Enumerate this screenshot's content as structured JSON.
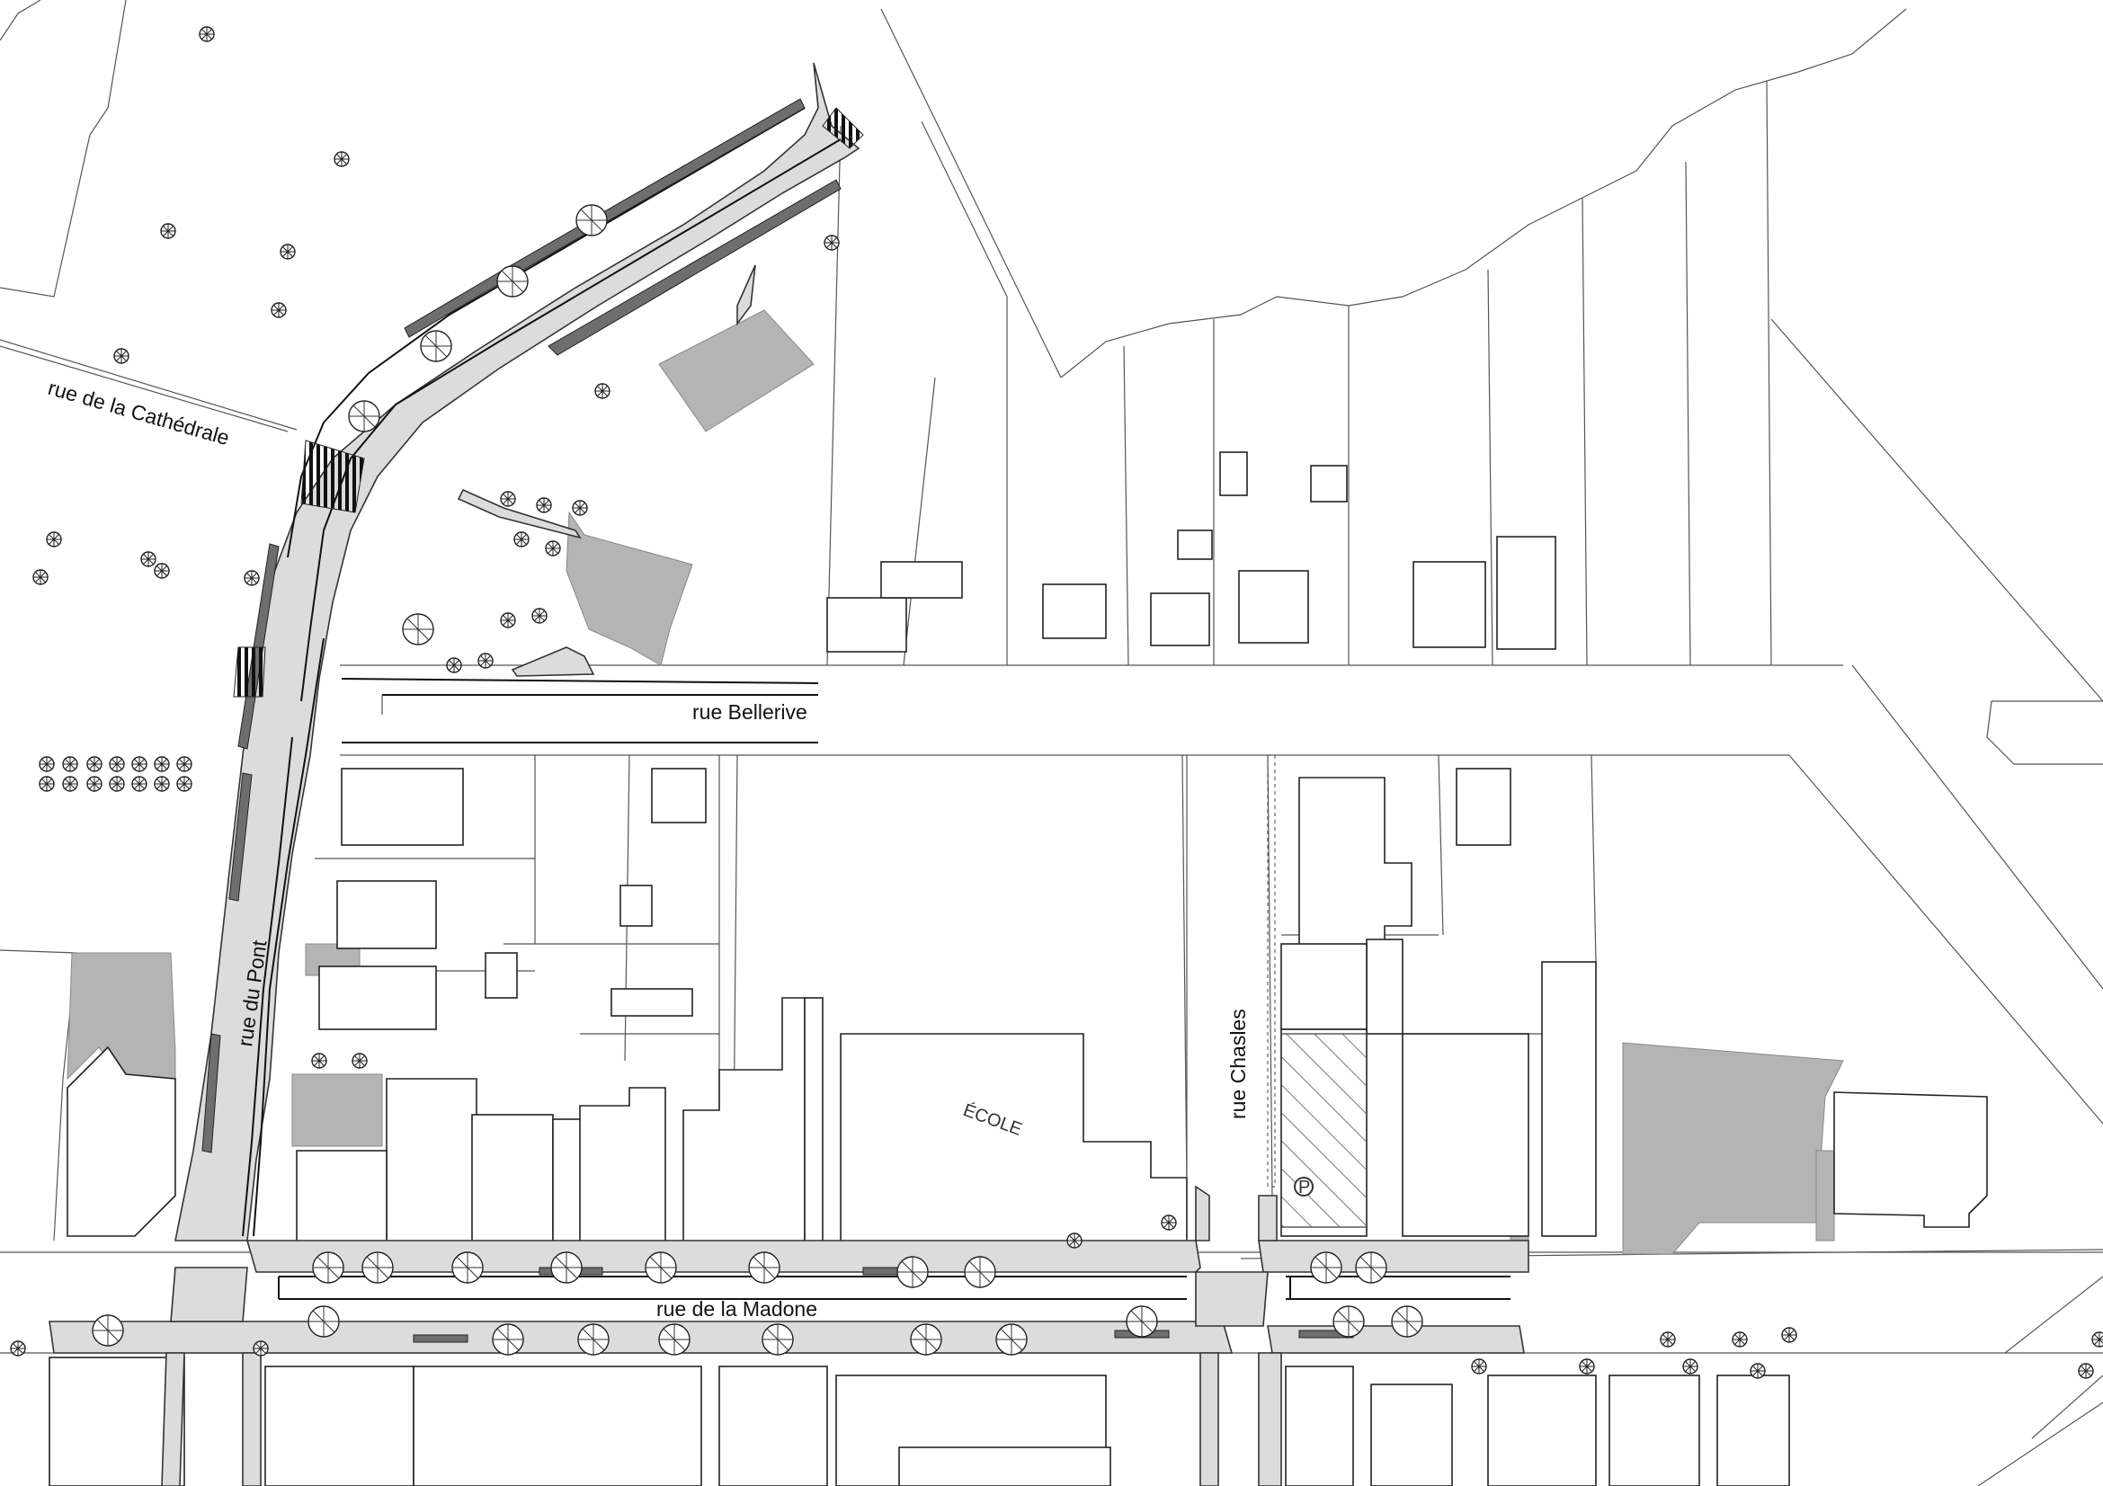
{
  "streets": {
    "cathedrale": "rue de la Cathédrale",
    "bellerive": "rue Bellerive",
    "pont": "rue du Pont",
    "chasles": "rue Chasles",
    "madone": "rue de la Madone"
  },
  "labels": {
    "ecole": "ÉCOLE",
    "parking": "P"
  },
  "colors": {
    "building_fill": "#b4b4b4",
    "road_fill": "#dcdcdc",
    "lines": "#222222"
  }
}
